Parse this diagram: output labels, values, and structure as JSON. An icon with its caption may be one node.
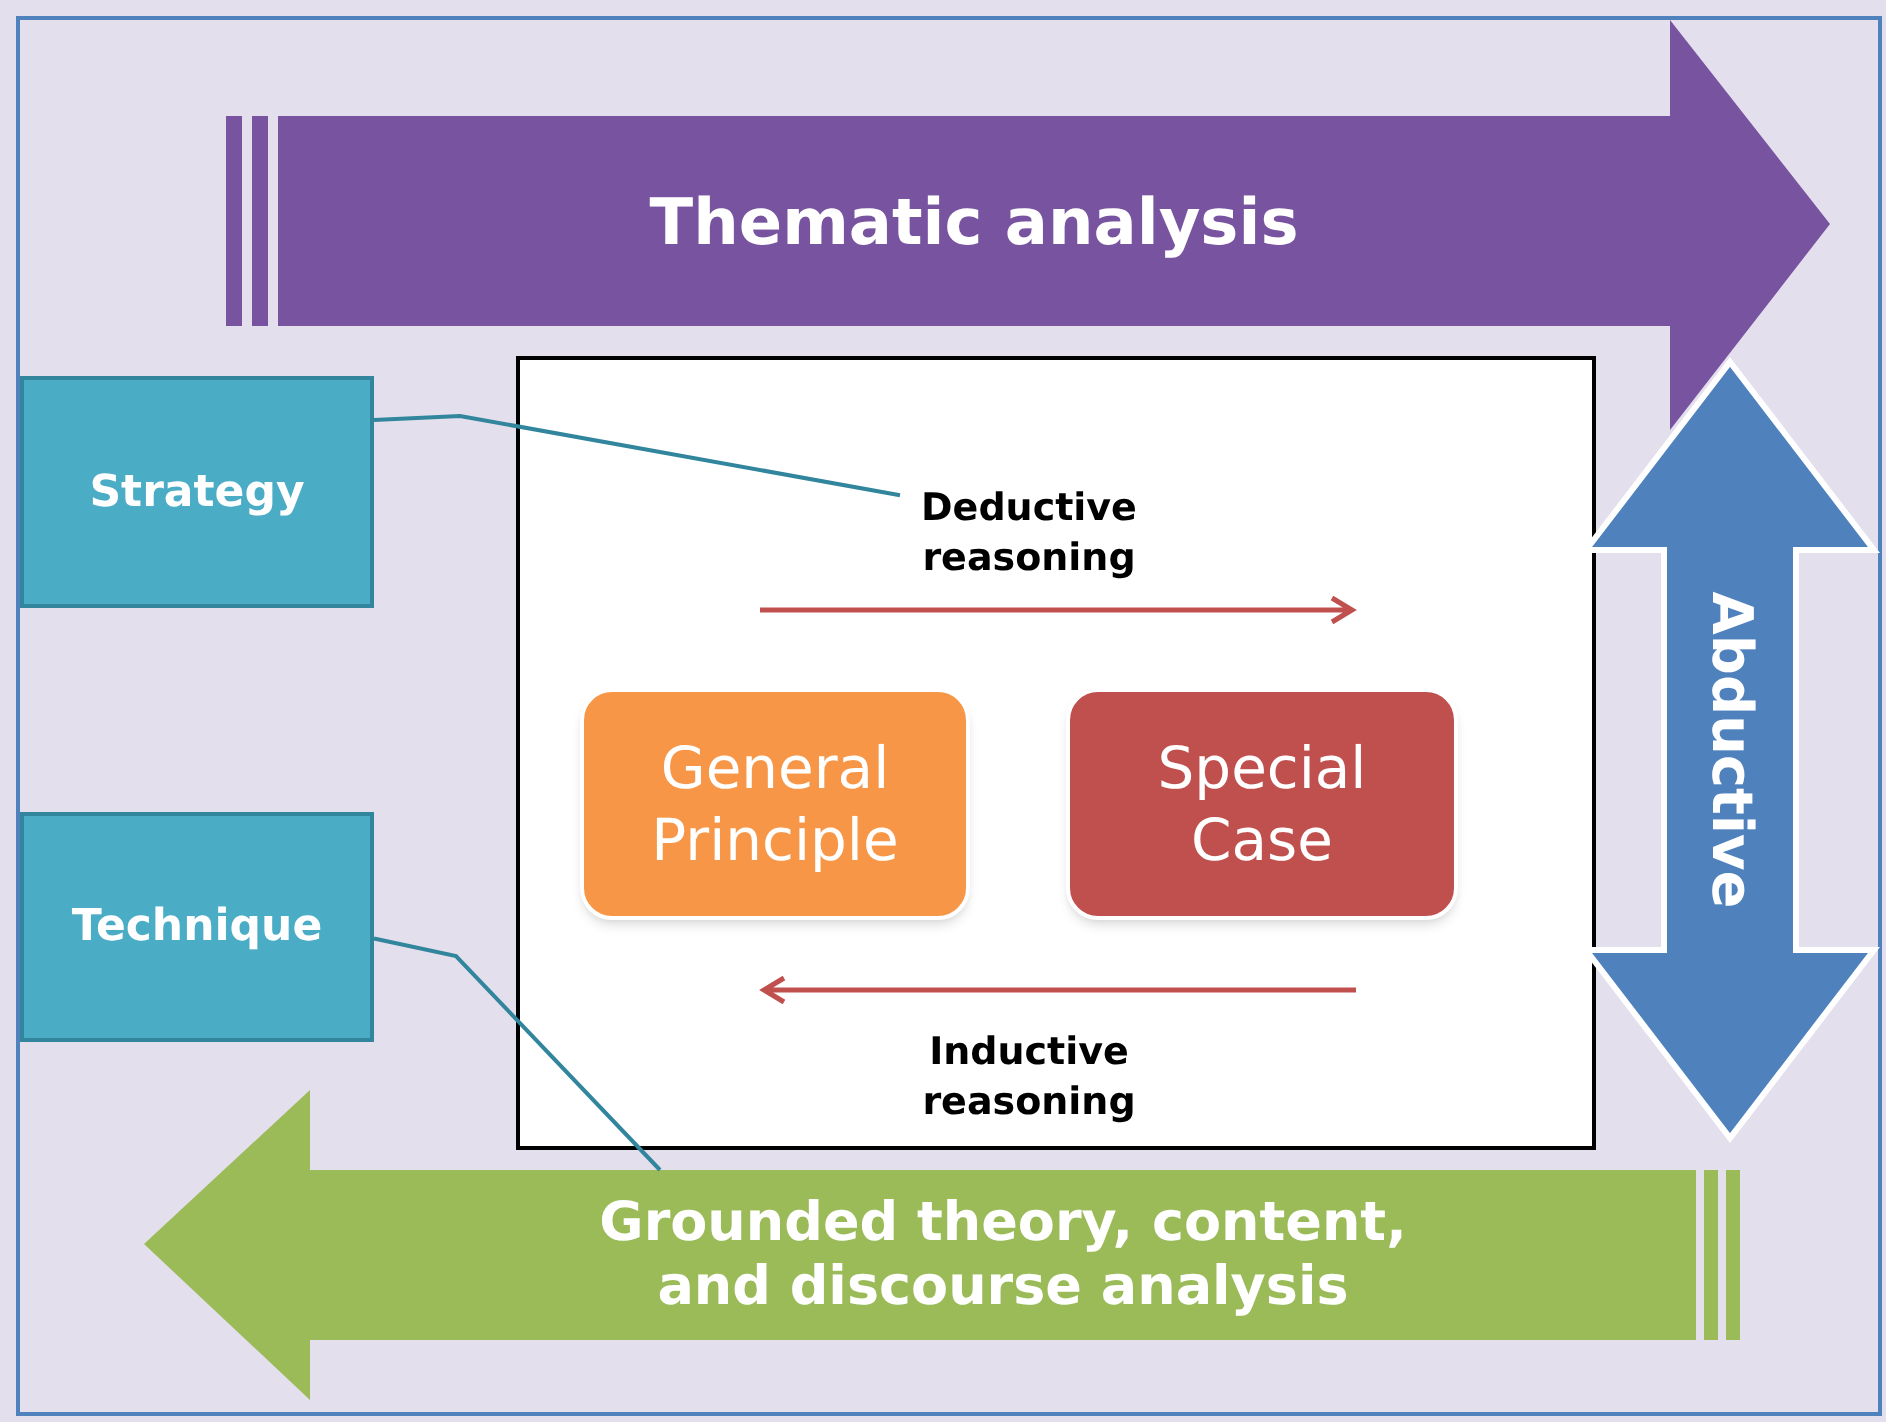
{
  "diagram": {
    "nodes": [
      {
        "text": [
          "Thematic analysis"
        ]
      },
      {
        "text": [
          "Strategy"
        ]
      },
      {
        "text": [],
        "shape": "box"
      },
      {
        "text": [
          "Deductive reasoning"
        ],
        "in": 2
      },
      {
        "text": [
          "General Principle"
        ],
        "in": 2
      },
      {
        "text": [
          "Special Case"
        ],
        "in": 2
      },
      {
        "text": [
          "Inductive reasoning"
        ],
        "in": 2
      },
      {
        "text": [
          "Technique"
        ]
      },
      {
        "text": [
          "Abductive"
        ]
      },
      {
        "text": [
          "Grounded theory, content, and discourse analysis"
        ]
      }
    ],
    "edges": [
      {
        "from": 1,
        "to": 3,
        "arrow": "none"
      },
      {
        "from": 7,
        "to": 9,
        "arrow": "none"
      }
    ]
  }
}
